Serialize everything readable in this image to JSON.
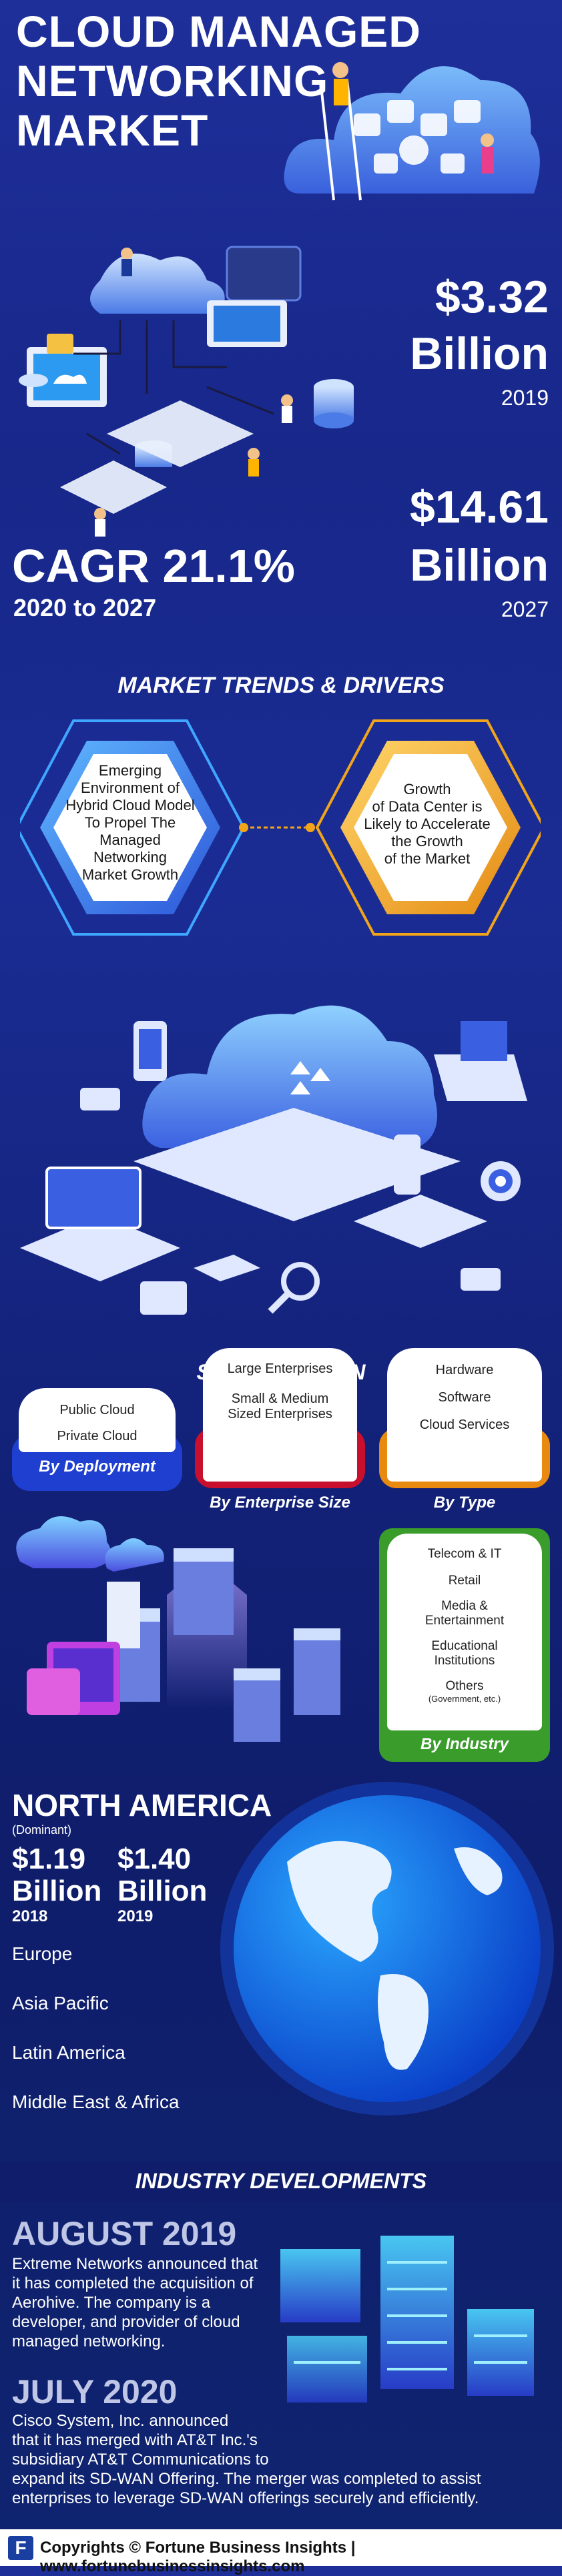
{
  "title": [
    "CLOUD MANAGED",
    "NETWORKING",
    "MARKET"
  ],
  "stats": {
    "value_2019": "$3.32",
    "unit_2019": "Billion",
    "year_2019": "2019",
    "value_2027": "$14.61",
    "unit_2027": "Billion",
    "year_2027": "2027",
    "cagr": "CAGR 21.1%",
    "cagr_period": "2020 to 2027"
  },
  "trends": {
    "heading": "MARKET TRENDS & DRIVERS",
    "left": [
      "Emerging",
      "Environment of",
      "Hybrid Cloud Model",
      "To Propel The",
      "Managed",
      "Networking",
      "Market Growth"
    ],
    "right": [
      "Growth",
      "of Data Center is",
      "Likely to Accelerate",
      "the Growth",
      "of the Market"
    ]
  },
  "segmentation": {
    "heading": "SEGMENTATION",
    "deployment": {
      "items": [
        "Public Cloud",
        "Private Cloud"
      ],
      "tab": "By Deployment"
    },
    "enterprise": {
      "items": [
        "Large Enterprises",
        "Small & Medium Sized Enterprises"
      ],
      "tab": "By Enterprise Size"
    },
    "type": {
      "items": [
        "Hardware",
        "Software",
        "Cloud Services"
      ],
      "tab": "By Type"
    },
    "industry": {
      "items": [
        "Telecom & IT",
        "Retail",
        "Media & Entertainment",
        "Educational Institutions",
        "Others"
      ],
      "others_note": "(Government, etc.)",
      "tab": "By Industry"
    }
  },
  "regions": {
    "dominant": "NORTH AMERICA",
    "dominant_note": "(Dominant)",
    "na_2018_value": "$1.19",
    "na_2018_unit": "Billion",
    "na_2018_year": "2018",
    "na_2019_value": "$1.40",
    "na_2019_unit": "Billion",
    "na_2019_year": "2019",
    "others": [
      "Europe",
      "Asia Pacific",
      "Latin America",
      "Middle East & Africa"
    ]
  },
  "developments": {
    "heading": "INDUSTRY DEVELOPMENTS",
    "items": [
      {
        "date": "AUGUST 2019",
        "text": [
          "Extreme Networks announced that",
          "it has completed the acquisition of",
          "Aerohive. The company is a",
          "developer, and provider of cloud",
          "managed networking."
        ]
      },
      {
        "date": "JULY 2020",
        "text": [
          "Cisco System, Inc. announced",
          "that it has merged with AT&T Inc.'s",
          "subsidiary AT&T Communications to",
          "expand its SD-WAN Offering. The merger was completed to assist",
          "enterprises to leverage SD-WAN offerings securely and efficiently."
        ]
      }
    ]
  },
  "footer": {
    "copyright": "Copyrights © Fortune Business Insights | www.fortunebusinessinsights.com"
  },
  "colors": {
    "deployment": "#1e3fd0",
    "enterprise": "#c8102e",
    "type": "#e88a10",
    "industry": "#3a9c2a",
    "accent_blue": "#3fa7ff",
    "accent_gold": "#f3a51a"
  }
}
